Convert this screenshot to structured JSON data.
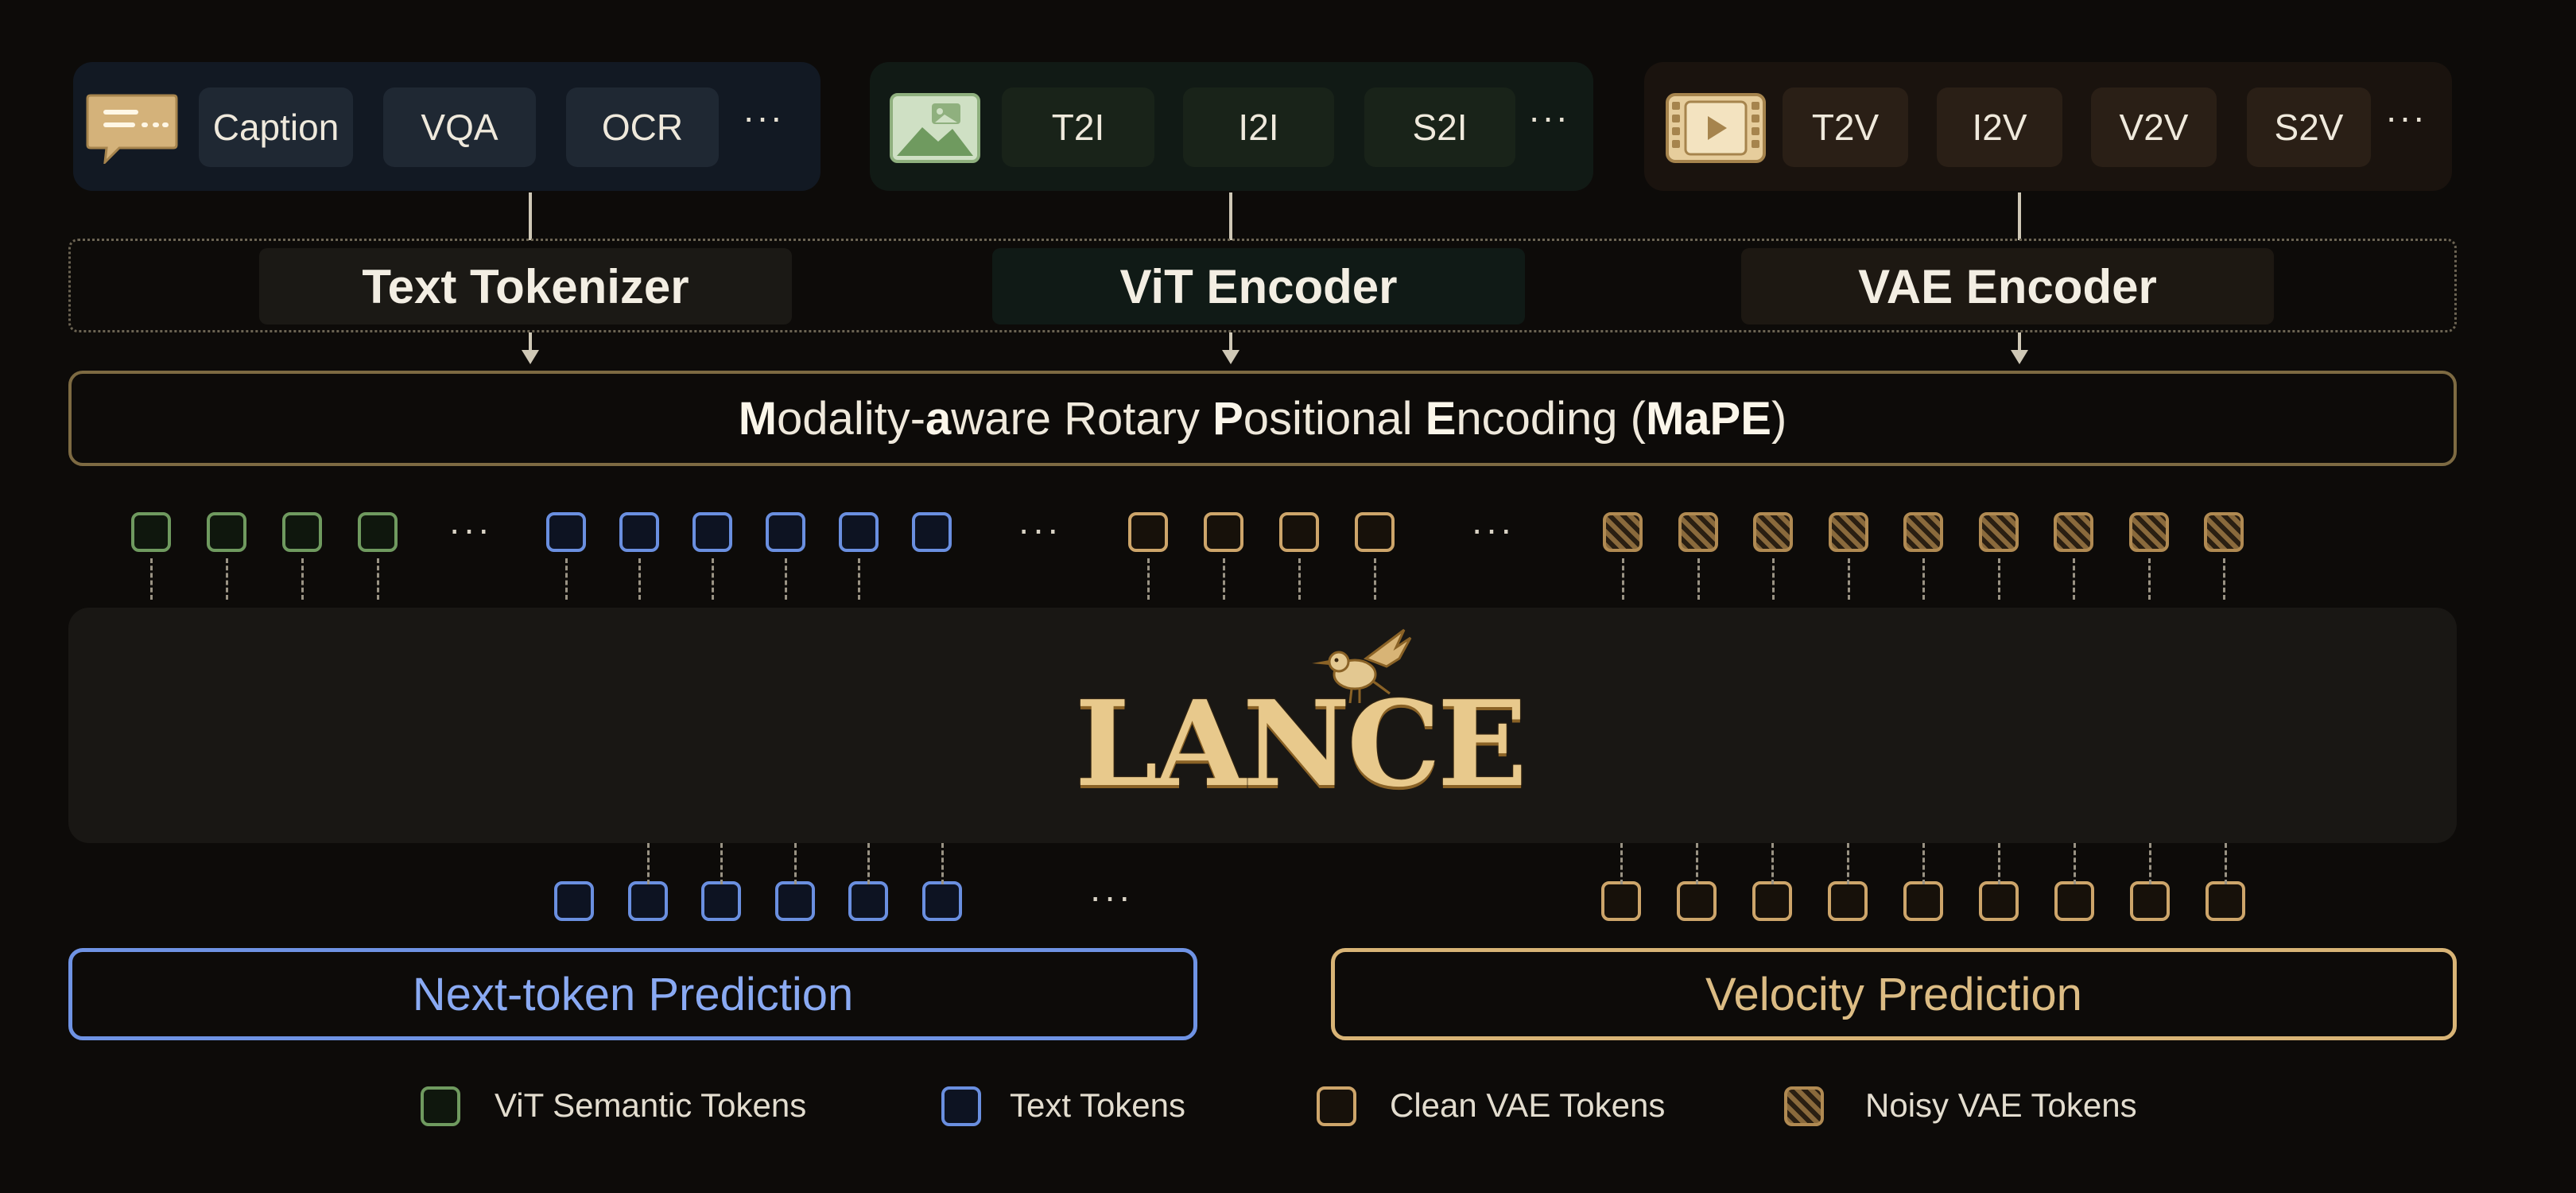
{
  "groups": {
    "text": {
      "icon": "chat-bubble-icon",
      "chips": [
        "Caption",
        "VQA",
        "OCR"
      ],
      "ellipsis": "···"
    },
    "image": {
      "icon": "image-icon",
      "chips": [
        "T2I",
        "I2I",
        "S2I"
      ],
      "ellipsis": "···"
    },
    "video": {
      "icon": "film-icon",
      "chips": [
        "T2V",
        "I2V",
        "V2V",
        "S2V"
      ],
      "ellipsis": "···"
    }
  },
  "encoders": {
    "text": "Text Tokenizer",
    "vit": "ViT Encoder",
    "vae": "VAE Encoder"
  },
  "mape": {
    "segments": [
      {
        "text": "M",
        "bold": true
      },
      {
        "text": "odality-",
        "bold": false
      },
      {
        "text": "a",
        "bold": true
      },
      {
        "text": "ware Rotary ",
        "bold": false
      },
      {
        "text": "P",
        "bold": true
      },
      {
        "text": "ositional ",
        "bold": false
      },
      {
        "text": "E",
        "bold": true
      },
      {
        "text": "ncoding (",
        "bold": false
      },
      {
        "text": "MaPE",
        "bold": true
      },
      {
        "text": ")",
        "bold": false
      }
    ]
  },
  "input_tokens": {
    "vit_count": 4,
    "text_count": 6,
    "clean_vae_count": 4,
    "noisy_vae_count": 9,
    "ellipsis": "···"
  },
  "backbone": {
    "logo_text": "LANCE",
    "mascot_icon": "hummingbird-icon"
  },
  "output_tokens": {
    "text_count": 6,
    "vae_count": 9,
    "ellipsis": "···"
  },
  "heads": {
    "next_token": "Next-token Prediction",
    "velocity": "Velocity Prediction"
  },
  "legend": [
    {
      "kind": "vit",
      "label": "ViT Semantic Tokens"
    },
    {
      "kind": "text",
      "label": "Text Tokens"
    },
    {
      "kind": "clean",
      "label": "Clean VAE Tokens"
    },
    {
      "kind": "noisy",
      "label": "Noisy VAE Tokens"
    }
  ],
  "colors": {
    "vit_token": "#6f9a5f",
    "text_token": "#6a8fe0",
    "vae_token": "#cda56a",
    "gold_accent": "#d8b476",
    "blue_accent": "#8aaaf3"
  }
}
